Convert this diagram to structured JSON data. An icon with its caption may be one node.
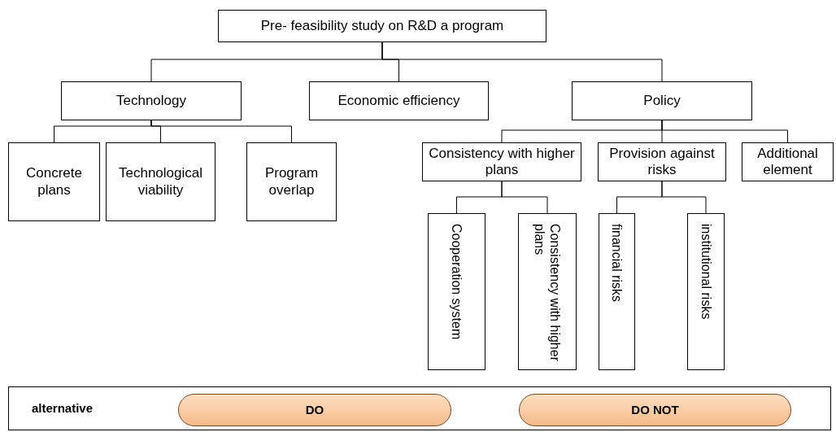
{
  "diagram": {
    "nodes": [
      {
        "text": [
          "Pre- feasibility study on R&D a program"
        ]
      },
      {
        "text": [
          "Technology"
        ]
      },
      {
        "text": [
          "Economic efficiency"
        ]
      },
      {
        "text": [
          "Policy"
        ]
      },
      {
        "text": [
          "Concrete plans"
        ]
      },
      {
        "text": [
          "Technological viability"
        ]
      },
      {
        "text": [
          "Program overlap"
        ]
      },
      {
        "text": [
          "Consistency with higher plans"
        ]
      },
      {
        "text": [
          "Provision against risks"
        ]
      },
      {
        "text": [
          "Additional element"
        ]
      },
      {
        "text": [
          "Cooperation system"
        ]
      },
      {
        "text": [
          "Consistency with higher plans"
        ]
      },
      {
        "text": [
          "financial risks"
        ]
      },
      {
        "text": [
          "institutional risks"
        ]
      },
      {
        "text": [
          "alternative"
        ]
      },
      {
        "text": [
          "DO"
        ],
        "in": 14
      },
      {
        "text": [
          "DO NOT"
        ],
        "in": 14
      }
    ],
    "edges": [
      {
        "from": 0,
        "to": 1,
        "arrow": "none"
      },
      {
        "from": 0,
        "to": 2,
        "arrow": "none"
      },
      {
        "from": 0,
        "to": 3,
        "arrow": "none"
      },
      {
        "from": 1,
        "to": 4,
        "arrow": "none"
      },
      {
        "from": 1,
        "to": 5,
        "arrow": "none"
      },
      {
        "from": 1,
        "to": 6,
        "arrow": "none"
      },
      {
        "from": 3,
        "to": 7,
        "arrow": "none"
      },
      {
        "from": 3,
        "to": 8,
        "arrow": "none"
      },
      {
        "from": 3,
        "to": 9,
        "arrow": "none"
      },
      {
        "from": 7,
        "to": 10,
        "arrow": "none"
      },
      {
        "from": 7,
        "to": 11,
        "arrow": "none"
      },
      {
        "from": 8,
        "to": 12,
        "arrow": "none"
      },
      {
        "from": 8,
        "to": 13,
        "arrow": "none"
      }
    ]
  }
}
